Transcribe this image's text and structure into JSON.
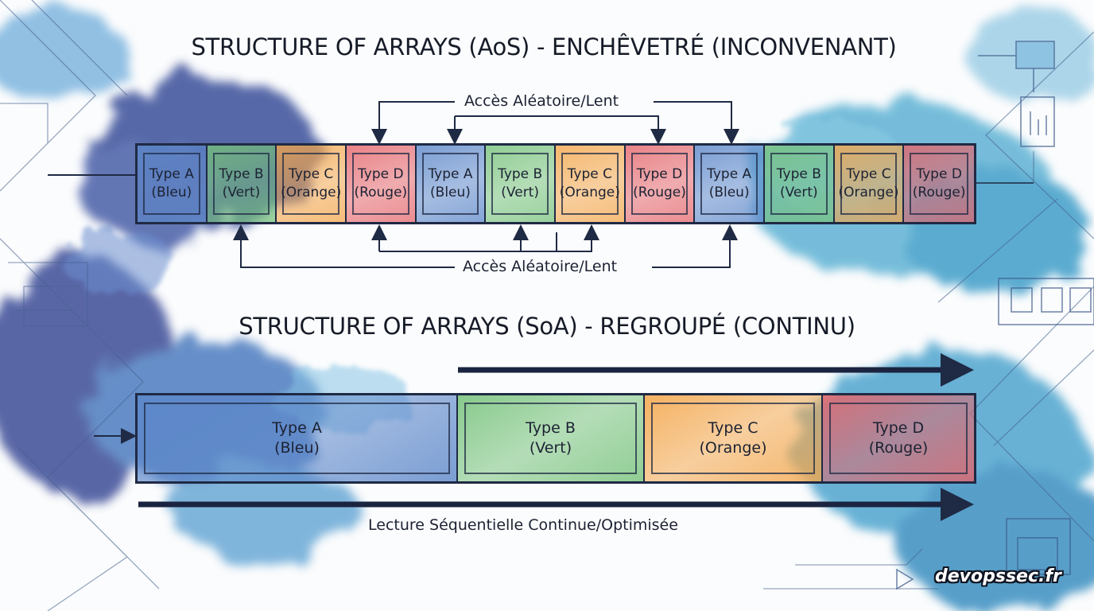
{
  "aos": {
    "title": "STRUCTURE OF ARRAYS (AoS) - ENCHÊVETRÉ (INCONVENANT)",
    "access_label_top": "Accès Aléatoire/Lent",
    "access_label_bottom": "Accès Aléatoire/Lent",
    "cells": [
      {
        "type": "Type A",
        "color": "(Bleu)"
      },
      {
        "type": "Type B",
        "color": "(Vert)"
      },
      {
        "type": "Type C",
        "color": "(Orange)"
      },
      {
        "type": "Type D",
        "color": "(Rouge)"
      },
      {
        "type": "Type A",
        "color": "(Bleu)"
      },
      {
        "type": "Type B",
        "color": "(Vert)"
      },
      {
        "type": "Type C",
        "color": "(Orange)"
      },
      {
        "type": "Type D",
        "color": "(Rouge)"
      },
      {
        "type": "Type A",
        "color": "(Bleu)"
      },
      {
        "type": "Type B",
        "color": "(Vert)"
      },
      {
        "type": "Type C",
        "color": "(Orange)"
      },
      {
        "type": "Type D",
        "color": "(Rouge)"
      }
    ]
  },
  "soa": {
    "title": "STRUCTURE OF ARRAYS (SoA) - REGROUPÉ (CONTINU)",
    "read_label": "Lecture Séquentielle Continue/Optimisée",
    "cells": [
      {
        "type": "Type A",
        "color": "(Bleu)"
      },
      {
        "type": "Type B",
        "color": "(Vert)"
      },
      {
        "type": "Type C",
        "color": "(Orange)"
      },
      {
        "type": "Type D",
        "color": "(Rouge)"
      }
    ]
  },
  "palette": {
    "blue": "#5b86c9",
    "green": "#76c27a",
    "orange": "#f4a64a",
    "red": "#e5656a",
    "navy": "#1f2a44"
  },
  "brand": "devopssec.fr"
}
